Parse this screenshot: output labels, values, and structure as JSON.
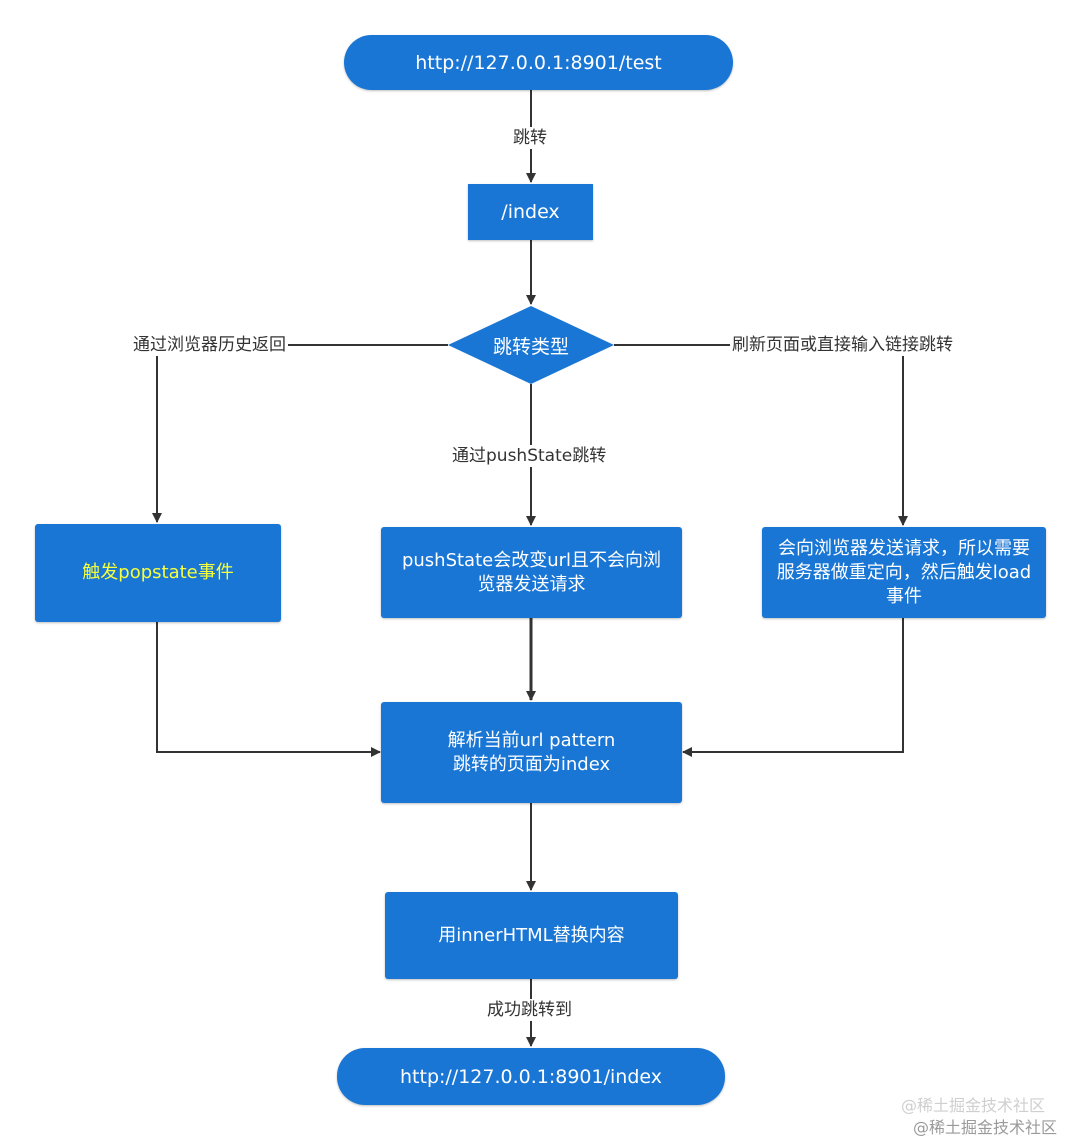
{
  "nodes": {
    "start_url": "http://127.0.0.1:8901/test",
    "index_node": "/index",
    "decision": "跳转类型",
    "left_box": "触发popstate事件",
    "middle_box": "pushState会改变url且不会向浏览器发送请求",
    "right_box": "会向浏览器发送请求，所以需要服务器做重定向，然后触发load事件",
    "parse_box": "解析当前url pattern 跳转的页面为index",
    "replace_box": "用innerHTML替换内容",
    "end_url": "http://127.0.0.1:8901/index"
  },
  "edge_labels": {
    "redirect": "跳转",
    "via_history_back": "通过浏览器历史返回",
    "via_push_state": "通过pushState跳转",
    "refresh_or_input": "刷新页面或直接输入链接跳转",
    "success": "成功跳转到"
  },
  "watermark": {
    "line1": "@稀土掘金技术社区",
    "line2": "@稀土掘金技术社区"
  },
  "colors": {
    "node_fill": "#1976d4",
    "node_text": "#ffffff",
    "highlight_text": "#f6ff3d",
    "edge": "#333333"
  }
}
